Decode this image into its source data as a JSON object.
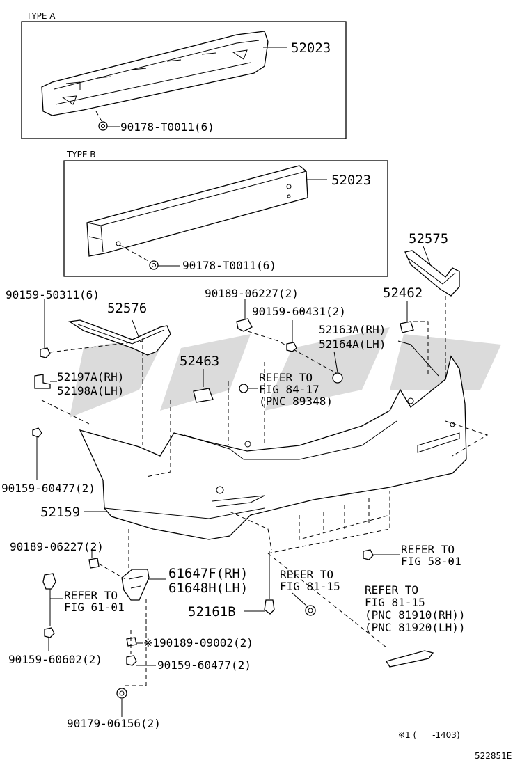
{
  "diagram": {
    "type_a": {
      "title": "TYPE A",
      "reinforcement": "52023",
      "nut": "90178-T0011(6)"
    },
    "type_b": {
      "title": "TYPE B",
      "reinforcement": "52023",
      "nut": "90178-T0011(6)"
    },
    "labels": {
      "p90159_50311": "90159-50311(6)",
      "p52576": "52576",
      "p52197a": "52197A(RH)",
      "p52198a": "52198A(LH)",
      "p90159_60477_left": "90159-60477(2)",
      "p52159": "52159",
      "p90189_06227_top": "90189-06227(2)",
      "p90159_60431": "90159-60431(2)",
      "p52463": "52463",
      "refer_84_17_a": "REFER TO",
      "refer_84_17_b": "FIG 84-17",
      "refer_84_17_c": "(PNC 89348)",
      "p52575": "52575",
      "p52462": "52462",
      "p52163a": "52163A(RH)",
      "p52164a": "52164A(LH)",
      "p90189_06227_bot": "90189-06227(2)",
      "refer_61_01_a": "REFER TO",
      "refer_61_01_b": "FIG 61-01",
      "p90159_60602": "90159-60602(2)",
      "p61647f": "61647F(RH)",
      "p61648h": "61648H(LH)",
      "p90189_09002": "※190189-09002(2)",
      "p90159_60477_bot": "90159-60477(2)",
      "p90179_06156": "90179-06156(2)",
      "p52161b": "52161B",
      "refer_81_15_a": "REFER TO",
      "refer_81_15_b": "FIG 81-15",
      "refer_81_15r_a": "REFER TO",
      "refer_81_15r_b": "FIG 81-15",
      "refer_81_15r_c": "(PNC 81910(RH))",
      "refer_81_15r_d": "(PNC 81920(LH))",
      "refer_58_01_a": "REFER TO",
      "refer_58_01_b": "FIG 58-01",
      "footnote": "※1 (      -1403)",
      "figure_id": "522851E"
    }
  }
}
